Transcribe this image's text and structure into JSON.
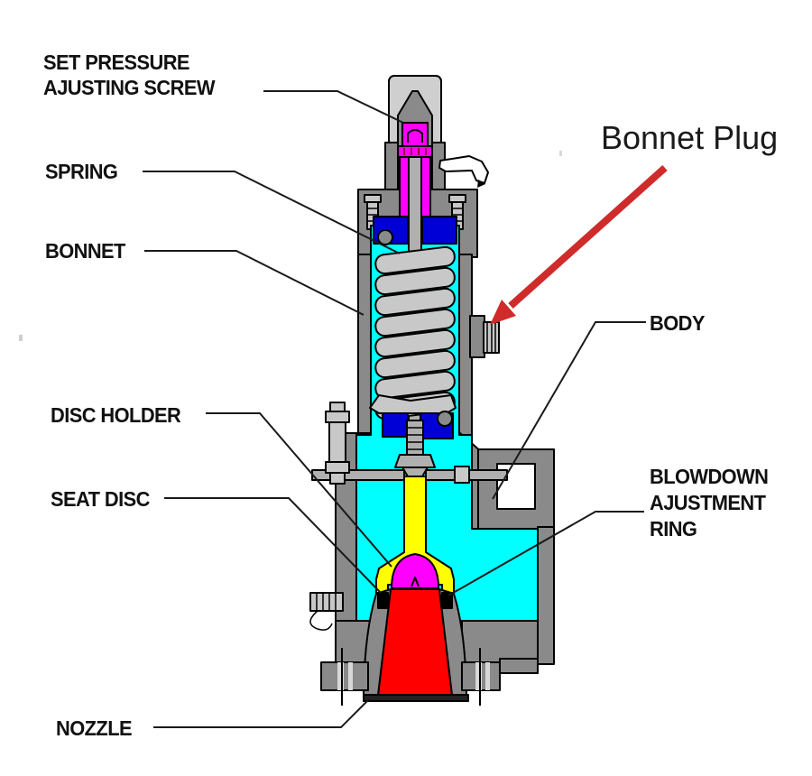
{
  "diagram": {
    "title": "safety relief valve cross-section",
    "type": "labeled-cutaway-diagram",
    "labels": {
      "set_pressure": "SET PRESSURE\nAJUSTING SCREW",
      "spring": "SPRING",
      "bonnet": "BONNET",
      "disc_holder": "DISC HOLDER",
      "seat_disc": "SEAT DISC",
      "nozzle": "NOZZLE",
      "body": "BODY",
      "blowdown": "BLOWDOWN\nAJUSTMENT\nRING"
    },
    "annotation": {
      "bonnet_plug": "Bonnet Plug",
      "arrow_color": "#cf2b2b"
    },
    "colors": {
      "wall_gray": "#8a8a8a",
      "cap_light_gray": "#cfcfcf",
      "hardware_light_gray": "#c8c8c8",
      "stem_gray": "#b0b0b0",
      "interior_cyan": "#00ffff",
      "spring_retainer_blue": "#0000d6",
      "adjusting_screw_magenta": "#ff00ff",
      "seat_disc_magenta": "#ff00ff",
      "disc_holder_yellow": "#ffff00",
      "nozzle_red": "#ff0000",
      "outline_black": "#000000"
    }
  }
}
